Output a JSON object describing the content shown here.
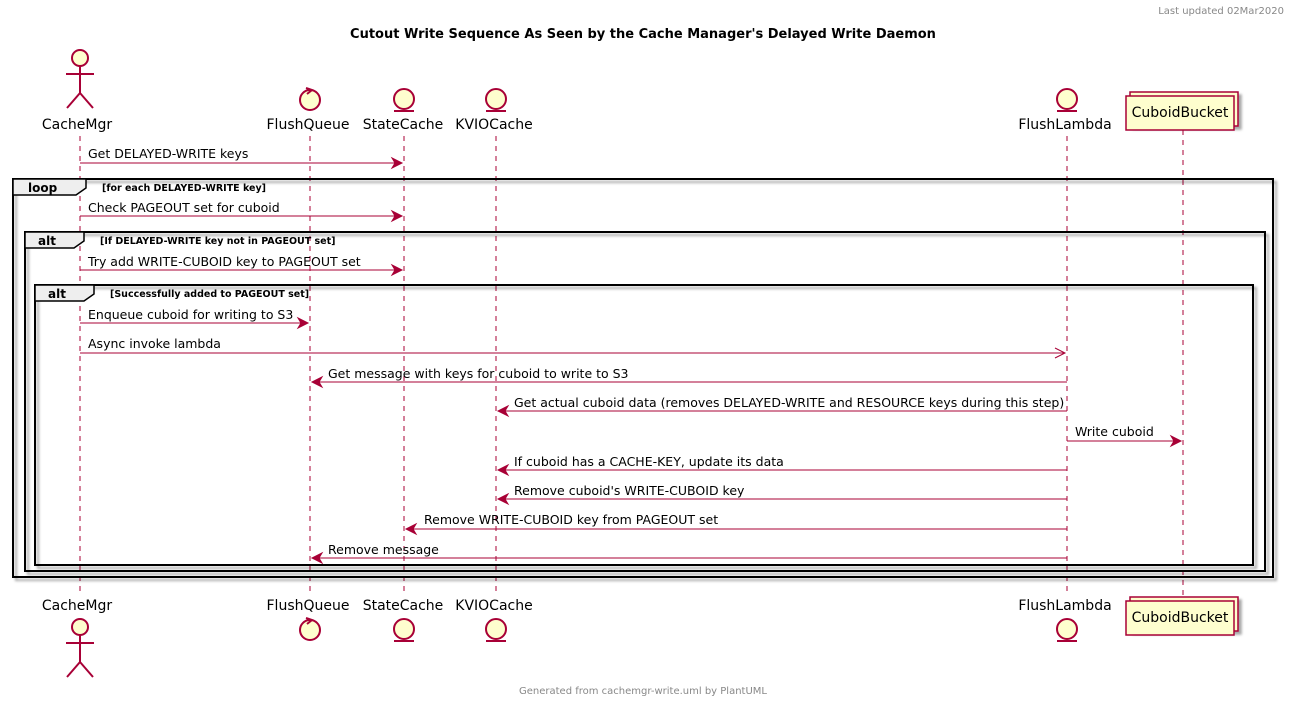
{
  "header": {
    "last_updated": "Last updated 02Mar2020"
  },
  "diagram": {
    "title": "Cutout Write Sequence As Seen by the Cache Manager's Delayed Write Daemon",
    "participants": [
      {
        "id": "cachemgr",
        "name": "CacheMgr",
        "kind": "actor"
      },
      {
        "id": "flushqueue",
        "name": "FlushQueue",
        "kind": "control"
      },
      {
        "id": "statecache",
        "name": "StateCache",
        "kind": "entity"
      },
      {
        "id": "kviocache",
        "name": "KVIOCache",
        "kind": "entity"
      },
      {
        "id": "flushlambda",
        "name": "FlushLambda",
        "kind": "entity"
      },
      {
        "id": "cuboidbucket",
        "name": "CuboidBucket",
        "kind": "collections"
      }
    ],
    "messages": [
      {
        "from": "cachemgr",
        "to": "statecache",
        "text": "Get DELAYED-WRITE keys",
        "async": false
      },
      {
        "from": "cachemgr",
        "to": "statecache",
        "text": "Check PAGEOUT set for cuboid",
        "async": false
      },
      {
        "from": "cachemgr",
        "to": "statecache",
        "text": "Try add WRITE-CUBOID key to PAGEOUT set",
        "async": false
      },
      {
        "from": "cachemgr",
        "to": "flushqueue",
        "text": "Enqueue cuboid for writing to S3",
        "async": false
      },
      {
        "from": "cachemgr",
        "to": "flushlambda",
        "text": "Async invoke lambda",
        "async": true
      },
      {
        "from": "flushlambda",
        "to": "flushqueue",
        "text": "Get message with keys for cuboid to write to S3",
        "async": false
      },
      {
        "from": "flushlambda",
        "to": "kviocache",
        "text": "Get actual cuboid data (removes DELAYED-WRITE and RESOURCE keys during this step)",
        "async": false
      },
      {
        "from": "flushlambda",
        "to": "cuboidbucket",
        "text": "Write cuboid",
        "async": false
      },
      {
        "from": "flushlambda",
        "to": "kviocache",
        "text": "If cuboid has a CACHE-KEY, update its data",
        "async": false
      },
      {
        "from": "flushlambda",
        "to": "kviocache",
        "text": "Remove cuboid's WRITE-CUBOID key",
        "async": false
      },
      {
        "from": "flushlambda",
        "to": "statecache",
        "text": "Remove WRITE-CUBOID key from PAGEOUT set",
        "async": false
      },
      {
        "from": "flushlambda",
        "to": "flushqueue",
        "text": "Remove message",
        "async": false
      }
    ],
    "fragments": [
      {
        "keyword": "loop",
        "condition": "[for each DELAYED-WRITE key]"
      },
      {
        "keyword": "alt",
        "condition": "[If DELAYED-WRITE key not in PAGEOUT set]"
      },
      {
        "keyword": "alt",
        "condition": "[Successfully added to PAGEOUT set]"
      }
    ],
    "colors": {
      "line": "#A80036",
      "fill": "#FEFECE",
      "frame": "#000000"
    }
  },
  "footer": {
    "generated_from": "Generated from cachemgr-write.uml by PlantUML"
  }
}
